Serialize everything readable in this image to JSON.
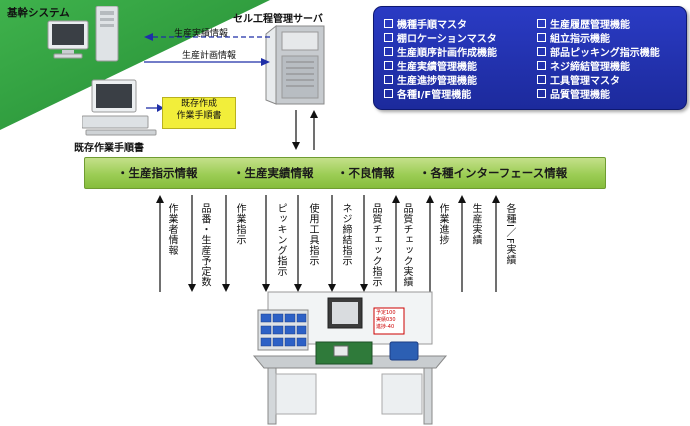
{
  "core_system": {
    "label": "基幹システム"
  },
  "cell_server": {
    "label": "セル工程管理サーバ"
  },
  "work_manual": {
    "label": "既存作業手順書"
  },
  "legacy_box": {
    "line1": "既存作成",
    "line2": "作業手順書"
  },
  "flows": {
    "actual_results": "生産実績情報",
    "production_plan": "生産計画情報"
  },
  "functions": {
    "left": [
      "機種手順マスタ",
      "棚ロケーションマスタ",
      "生産順序計画作成機能",
      "生産実績管理機能",
      "生産進捗管理機能",
      "各種I/F管理機能"
    ],
    "right": [
      "生産履歴管理機能",
      "組立指示機能",
      "部品ピッキング指示機能",
      "ネジ締結管理機能",
      "工具管理マスタ",
      "品質管理機能"
    ]
  },
  "info_bar": [
    "・生産指示情報",
    "・生産実績情報",
    "・不良情報",
    "・各種インターフェース情報"
  ],
  "vertical_labels": [
    "作業者情報",
    "品番・生産予定数",
    "作業指示",
    "ピッキング指示",
    "使用工具指示",
    "ネジ締結指示",
    "品質チェック指示",
    "品質チェック実績",
    "作業進捗",
    "生産実績",
    "各種I／F実績"
  ],
  "vertical_arrows": [
    "up",
    "down",
    "down",
    "down",
    "down",
    "down",
    "down",
    "up",
    "up",
    "up",
    "up"
  ],
  "workstation": {
    "display_lines": [
      "予定100",
      "実績030",
      "進捗-40"
    ]
  },
  "colors": {
    "function_box": "#1f2fa8",
    "info_bar": "#9ccd55",
    "core_triangle": "#2e9a3d",
    "legacy_box": "#f2ee3a",
    "arrow": "#1f2fa8"
  }
}
